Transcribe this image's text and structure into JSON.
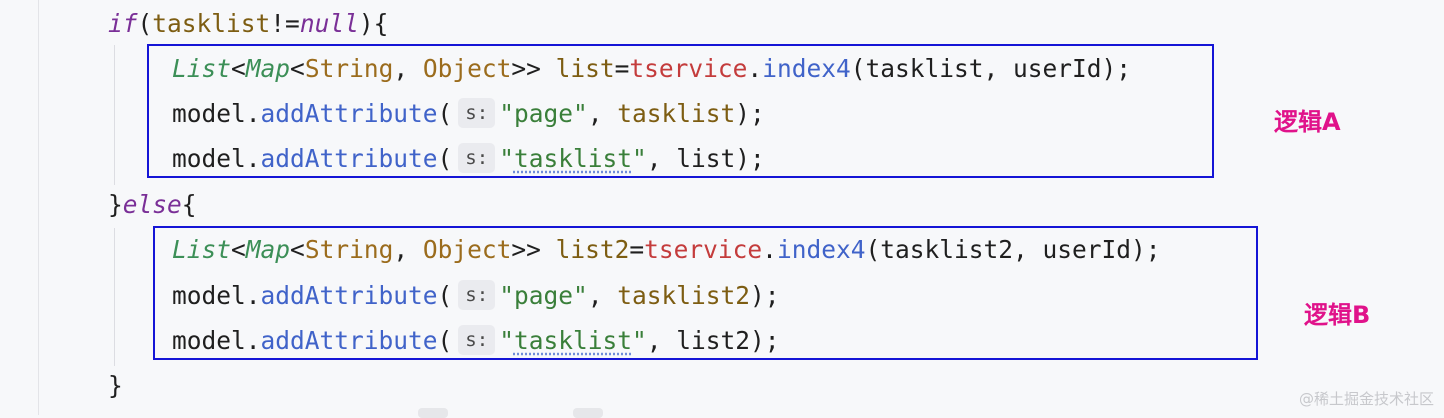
{
  "editor": {
    "lines": {
      "if_kw": "if",
      "if_open": "(",
      "if_var": "tasklist",
      "if_op": "!=",
      "null_kw": "null",
      "if_close": "){",
      "a1_list": "List",
      "a1_lt1": "<",
      "a1_map": "Map",
      "a1_lt2": "<",
      "a1_string": "String",
      "a1_comma": ", ",
      "a1_object": "Object",
      "a1_gt": ">>",
      "a1_var": " list",
      "a1_eq": "=",
      "a1_svc": "tservice",
      "a1_dot": ".",
      "a1_fn": "index4",
      "a1_args": "(tasklist, userId);",
      "a2_model": "model.",
      "a2_fn": "addAttribute",
      "a2_paren": "(",
      "a2_hint": "s:",
      "a2_str": "\"page\"",
      "a2_comma": ", ",
      "a2_arg": "tasklist",
      "a2_end": ");",
      "a3_model": "model.",
      "a3_fn": "addAttribute",
      "a3_paren": "(",
      "a3_hint": "s:",
      "a3_str_q1": "\"",
      "a3_str_body": "tasklist",
      "a3_str_q2": "\"",
      "a3_rest": ", list);",
      "else_close": "}",
      "else_kw": "else",
      "else_open": "{",
      "b1_list": "List",
      "b1_lt1": "<",
      "b1_map": "Map",
      "b1_lt2": "<",
      "b1_string": "String",
      "b1_comma": ", ",
      "b1_object": "Object",
      "b1_gt": ">>",
      "b1_var": " list2",
      "b1_eq": "=",
      "b1_svc": "tservice",
      "b1_dot": ".",
      "b1_fn": "index4",
      "b1_args": "(tasklist2, userId);",
      "b2_model": "model.",
      "b2_fn": "addAttribute",
      "b2_paren": "(",
      "b2_hint": "s:",
      "b2_str": "\"page\"",
      "b2_comma": ", ",
      "b2_arg": "tasklist2",
      "b2_end": ");",
      "b3_model": "model.",
      "b3_fn": "addAttribute",
      "b3_paren": "(",
      "b3_hint": "s:",
      "b3_str_q1": "\"",
      "b3_str_body": "tasklist",
      "b3_str_q2": "\"",
      "b3_rest": ", list2);",
      "end_brace": "}"
    }
  },
  "annotations": {
    "logic_a": "逻辑A",
    "logic_b": "逻辑B",
    "box_color": "#1515d6",
    "label_color": "#e0128a"
  },
  "watermark": "@稀土掘金技术社区"
}
